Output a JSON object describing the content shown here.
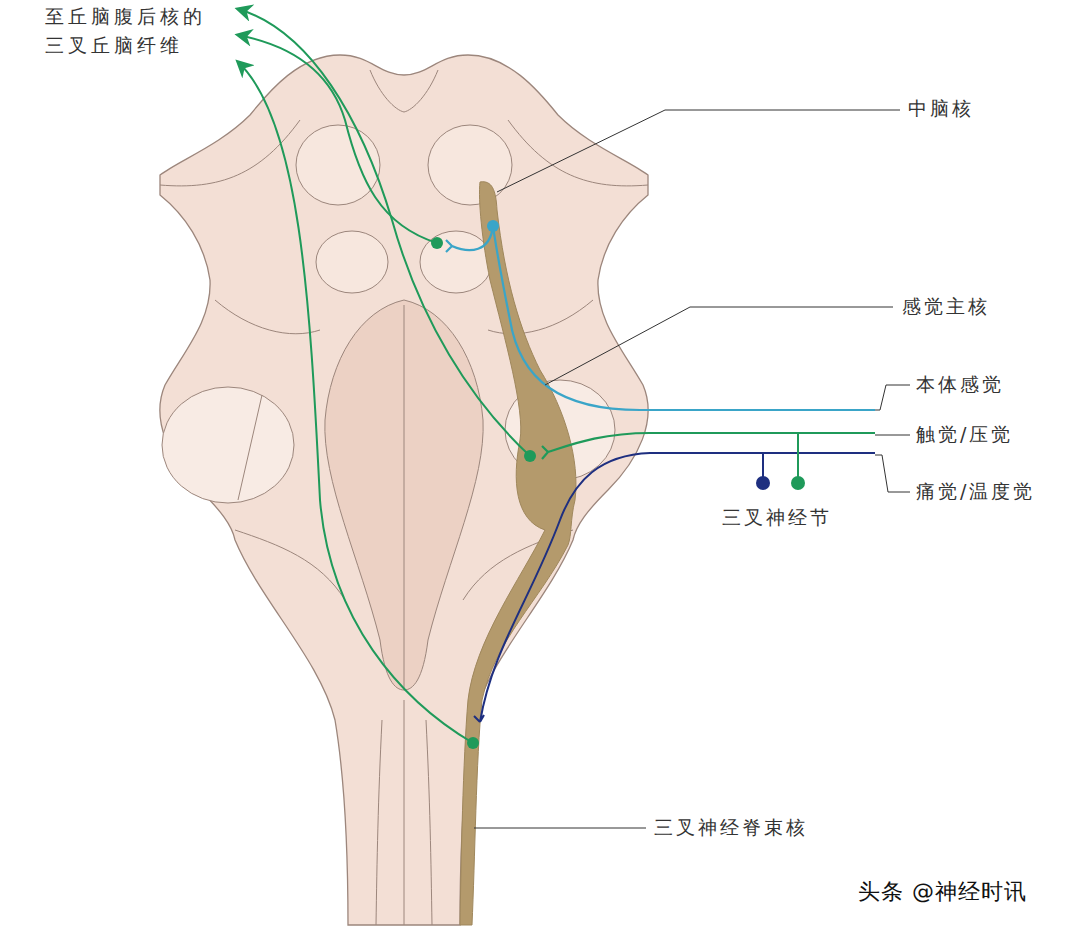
{
  "diagram": {
    "labels": [
      "至丘脑腹后核的 三叉丘脑纤维",
      "中脑核",
      "感觉主核",
      "本体感觉",
      "触觉/压觉",
      "痛觉/温度觉",
      "三叉神经节",
      "三叉神经脊束核",
      "头条 @神经时讯"
    ]
  }
}
